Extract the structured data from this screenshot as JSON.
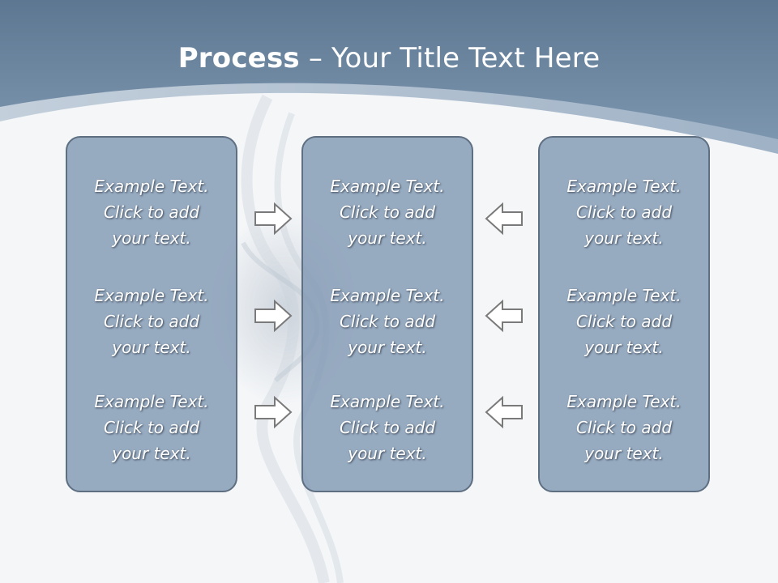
{
  "slide": {
    "title_bold": "Process",
    "title_rest": " – Your Title Text Here"
  },
  "panels": [
    {
      "blocks": [
        {
          "line1": "Example Text.",
          "line2": "Click  to add",
          "line3": "your text."
        },
        {
          "line1": "Example Text.",
          "line2": "Click  to add",
          "line3": "your text."
        },
        {
          "line1": "Example Text.",
          "line2": "Click  to add",
          "line3": "your text."
        }
      ]
    },
    {
      "blocks": [
        {
          "line1": "Example Text.",
          "line2": "Click  to add",
          "line3": "your text."
        },
        {
          "line1": "Example Text.",
          "line2": "Click  to add",
          "line3": "your text."
        },
        {
          "line1": "Example Text.",
          "line2": "Click  to add",
          "line3": "your text."
        }
      ]
    },
    {
      "blocks": [
        {
          "line1": "Example Text.",
          "line2": "Click  to add",
          "line3": "your text."
        },
        {
          "line1": "Example Text.",
          "line2": "Click  to add",
          "line3": "your text."
        },
        {
          "line1": "Example Text.",
          "line2": "Click  to add",
          "line3": "your text."
        }
      ]
    }
  ],
  "arrows": {
    "left_group": [
      "right-arrow-icon",
      "right-arrow-icon",
      "right-arrow-icon"
    ],
    "right_group": [
      "left-arrow-icon",
      "left-arrow-icon",
      "left-arrow-icon"
    ]
  },
  "colors": {
    "header": "#6b86a2",
    "panel_fill": "#8fa5bd",
    "panel_border": "#5f6f82",
    "background": "#f4f6f8",
    "arrow_stroke": "#7a7a7a"
  }
}
